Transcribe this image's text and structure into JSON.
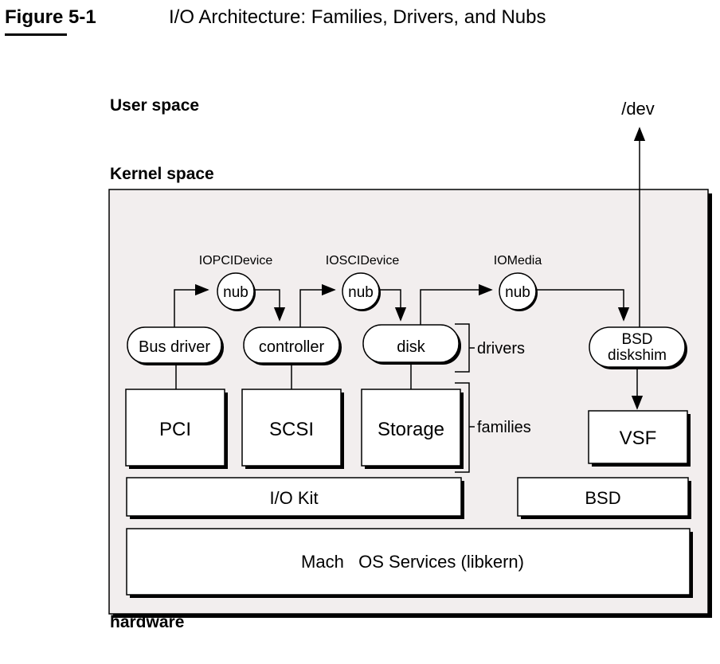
{
  "figure": {
    "label": "Figure 5-1",
    "title": "I/O Architecture: Families, Drivers, and Nubs"
  },
  "spaces": {
    "user": "User space",
    "kernel": "Kernel space",
    "hardware": "hardware"
  },
  "dev_label": "/dev",
  "nubs": {
    "pci": {
      "class_name": "IOPCIDevice",
      "label": "nub"
    },
    "scsi": {
      "class_name": "IOSCIDevice",
      "label": "nub"
    },
    "media": {
      "class_name": "IOMedia",
      "label": "nub"
    }
  },
  "drivers": {
    "bus": "Bus driver",
    "controller": "controller",
    "disk": "disk",
    "bsd_line1": "BSD",
    "bsd_line2": "diskshim"
  },
  "families": {
    "pci": "PCI",
    "scsi": "SCSI",
    "storage": "Storage",
    "vsf": "VSF"
  },
  "bracket_labels": {
    "drivers": "drivers",
    "families": "families"
  },
  "layers": {
    "iokit": "I/O Kit",
    "bsd": "BSD",
    "mach": "Mach   OS Services (libkern)"
  },
  "colors": {
    "kernel_fill": "#f2eeee",
    "stroke": "#000000",
    "box_fill": "#ffffff"
  }
}
